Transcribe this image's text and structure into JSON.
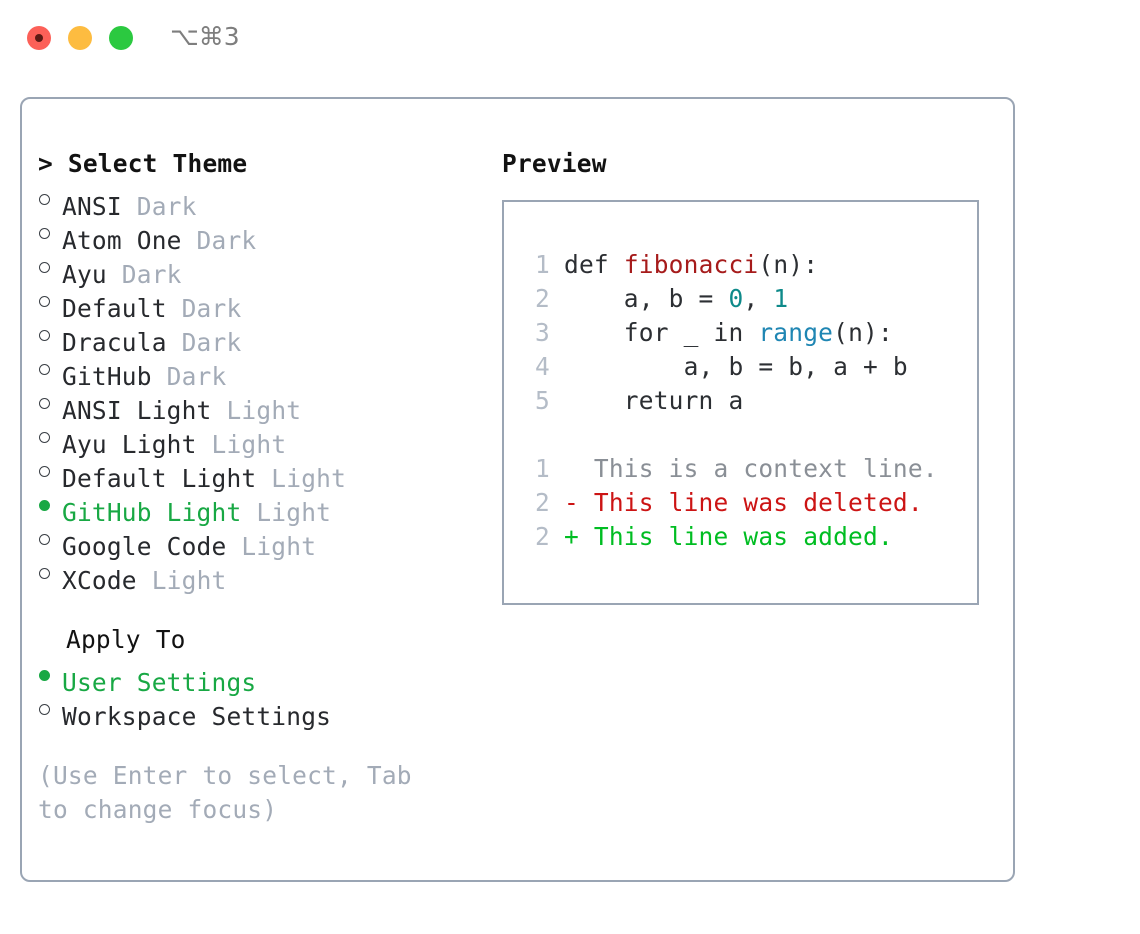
{
  "titlebar": {
    "shortcut": "⌥⌘3",
    "lights": [
      "close-light",
      "minimize-light",
      "maximize-light"
    ]
  },
  "theme_picker": {
    "heading": "> Select Theme",
    "options": [
      {
        "bullet": "○",
        "label": "ANSI",
        "suffix": "Dark",
        "selected": false
      },
      {
        "bullet": "○",
        "label": "Atom One",
        "suffix": "Dark",
        "selected": false
      },
      {
        "bullet": "○",
        "label": "Ayu",
        "suffix": "Dark",
        "selected": false
      },
      {
        "bullet": "○",
        "label": "Default",
        "suffix": "Dark",
        "selected": false
      },
      {
        "bullet": "○",
        "label": "Dracula",
        "suffix": "Dark",
        "selected": false
      },
      {
        "bullet": "○",
        "label": "GitHub",
        "suffix": "Dark",
        "selected": false
      },
      {
        "bullet": "○",
        "label": "ANSI Light",
        "suffix": "Light",
        "selected": false
      },
      {
        "bullet": "○",
        "label": "Ayu Light",
        "suffix": "Light",
        "selected": false
      },
      {
        "bullet": "○",
        "label": "Default Light",
        "suffix": "Light",
        "selected": false
      },
      {
        "bullet": "●",
        "label": "GitHub Light",
        "suffix": "Light",
        "selected": true
      },
      {
        "bullet": "○",
        "label": "Google Code",
        "suffix": "Light",
        "selected": false
      },
      {
        "bullet": "○",
        "label": "XCode",
        "suffix": "Light",
        "selected": false
      }
    ]
  },
  "apply_to": {
    "heading": "Apply To",
    "options": [
      {
        "bullet": "●",
        "label": "User Settings",
        "selected": true
      },
      {
        "bullet": "○",
        "label": "Workspace Settings",
        "selected": false
      }
    ]
  },
  "hint": "(Use Enter to select, Tab to change focus)",
  "preview": {
    "heading": "Preview",
    "code_lines": [
      {
        "no": "1",
        "parts": [
          {
            "t": "def ",
            "cls": "code-text"
          },
          {
            "t": "fibonacci",
            "cls": "tok-fn"
          },
          {
            "t": "(n):",
            "cls": "code-text"
          }
        ]
      },
      {
        "no": "2",
        "parts": [
          {
            "t": "    a, b = ",
            "cls": "code-text"
          },
          {
            "t": "0",
            "cls": "tok-num"
          },
          {
            "t": ", ",
            "cls": "code-text"
          },
          {
            "t": "1",
            "cls": "tok-num"
          }
        ]
      },
      {
        "no": "3",
        "parts": [
          {
            "t": "    for _ in ",
            "cls": "code-text"
          },
          {
            "t": "range",
            "cls": "tok-call"
          },
          {
            "t": "(n):",
            "cls": "code-text"
          }
        ]
      },
      {
        "no": "4",
        "parts": [
          {
            "t": "        a, b = b, a + b",
            "cls": "code-text"
          }
        ]
      },
      {
        "no": "5",
        "parts": [
          {
            "t": "    return a",
            "cls": "code-text"
          }
        ]
      }
    ],
    "diff_lines": [
      {
        "no": "1",
        "marker": " ",
        "text": "  This is a context line.",
        "cls": "diff-ctx"
      },
      {
        "no": "2",
        "marker": "-",
        "text": "- This line was deleted.",
        "cls": "diff-del"
      },
      {
        "no": "2",
        "marker": "+",
        "text": "+ This line was added.",
        "cls": "diff-add"
      }
    ]
  },
  "colors": {
    "accent_green": "#18a844",
    "muted_gray": "#a3abb7",
    "border": "#9aa5b4",
    "diff_add": "#00bd22",
    "diff_del": "#cc1414",
    "token_function": "#a61b1b",
    "token_number": "#0e8a8a",
    "token_call": "#1f86b3"
  }
}
